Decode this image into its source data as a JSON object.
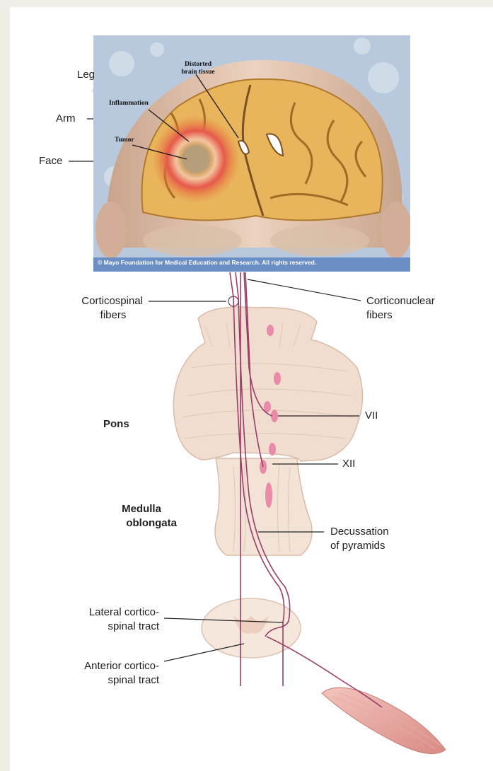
{
  "labels": {
    "leg": "Leg",
    "arm": "Arm",
    "face": "Face",
    "corticospinal": [
      "Corticospinal",
      "fibers"
    ],
    "corticonuclear": [
      "Corticonuclear",
      "fibers"
    ],
    "pons": "Pons",
    "medulla": [
      "Medulla",
      "oblongata"
    ],
    "vii": "VII",
    "xii": "XII",
    "decussation": [
      "Decussation",
      "of pyramids"
    ],
    "lateral": [
      "Lateral cortico-",
      "spinal tract"
    ],
    "anterior": [
      "Anterior cortico-",
      "spinal tract"
    ]
  },
  "inset": {
    "distorted": [
      "Distorted",
      "brain tissue"
    ],
    "inflammation": "Inflammation",
    "tumor": "Tumor",
    "copyright": "© Mayo Foundation for Medical Education and Research.  All rights reserved."
  },
  "colors": {
    "tract": "#9c3c68",
    "nucleus": "#e98aa8",
    "tissue": "#f2e2d6",
    "brain": "#e8b45c",
    "inset_bg": "#b8c9dd",
    "tumor_red": "#e2463a",
    "copyright_bar": "#6b8fc4"
  }
}
